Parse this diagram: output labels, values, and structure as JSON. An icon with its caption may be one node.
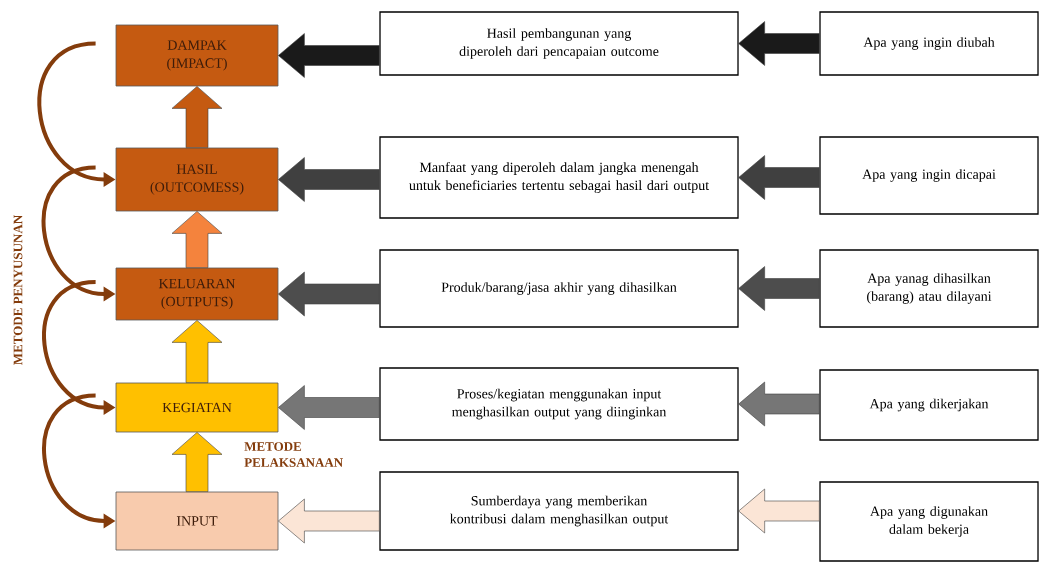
{
  "diagram": {
    "nodes": [
      {
        "text": [
          "DAMPAK (IMPACT)"
        ]
      },
      {
        "text": [
          "HASIL (OUTCOMESS)"
        ]
      },
      {
        "text": [
          "KELUARAN (OUTPUTS)"
        ]
      },
      {
        "text": [
          "KEGIATAN"
        ]
      },
      {
        "text": [
          "INPUT"
        ]
      },
      {
        "text": [
          "Hasil pembangunan yang diperoleh dari pencapaian outcome"
        ]
      },
      {
        "text": [
          "Manfaat yang diperoleh dalam jangka menengah untuk beneficiaries tertentu sebagai hasil dari output"
        ]
      },
      {
        "text": [
          "Produk/barang/jasa akhir yang dihasilkan"
        ]
      },
      {
        "text": [
          "Proses/kegiatan menggunakan input menghasilkan output yang diinginkan"
        ]
      },
      {
        "text": [
          "Sumberdaya yang memberikan kontribusi dalam menghasilkan output"
        ]
      },
      {
        "text": [
          "Apa yang ingin diubah"
        ]
      },
      {
        "text": [
          "Apa yang ingin dicapai"
        ]
      },
      {
        "text": [
          "Apa yanag dihasilkan (barang) atau dilayani"
        ]
      },
      {
        "text": [
          "Apa yang dikerjakan"
        ]
      },
      {
        "text": [
          "Apa yang digunakan dalam bekerja"
        ]
      }
    ],
    "edges": [
      {
        "from": 10,
        "to": 5,
        "arrow": "to",
        "color": "#1a1a1a"
      },
      {
        "from": 11,
        "to": 6,
        "arrow": "to",
        "color": "#404040"
      },
      {
        "from": 12,
        "to": 7,
        "arrow": "to",
        "color": "#4d4d4d"
      },
      {
        "from": 13,
        "to": 8,
        "arrow": "to",
        "color": "#767676"
      },
      {
        "from": 14,
        "to": 9,
        "arrow": "to",
        "color": "#fbe5d6"
      },
      {
        "from": 5,
        "to": 0,
        "arrow": "to",
        "color": "#1a1a1a"
      },
      {
        "from": 6,
        "to": 1,
        "arrow": "to",
        "color": "#404040"
      },
      {
        "from": 7,
        "to": 2,
        "arrow": "to",
        "color": "#4d4d4d"
      },
      {
        "from": 8,
        "to": 3,
        "arrow": "to",
        "color": "#767676"
      },
      {
        "from": 9,
        "to": 4,
        "arrow": "to",
        "color": "#fbe5d6"
      },
      {
        "from": 1,
        "to": 0,
        "arrow": "to",
        "color": "#c55a11"
      },
      {
        "from": 2,
        "to": 1,
        "arrow": "to",
        "color": "#f4833d"
      },
      {
        "from": 3,
        "to": 2,
        "arrow": "to",
        "color": "#ffc000"
      },
      {
        "from": 4,
        "to": 3,
        "arrow": "to",
        "color": "#ffc000"
      },
      {
        "from": 0,
        "to": 1,
        "arrow": "to",
        "color": "#843c0c"
      },
      {
        "from": 1,
        "to": 2,
        "arrow": "to",
        "color": "#843c0c"
      },
      {
        "from": 2,
        "to": 3,
        "arrow": "to",
        "color": "#843c0c"
      },
      {
        "from": 3,
        "to": 4,
        "arrow": "to",
        "color": "#843c0c"
      }
    ],
    "labels": [
      "METODE PENYUSUNAN",
      "METODE PELAKSANAAN"
    ]
  }
}
